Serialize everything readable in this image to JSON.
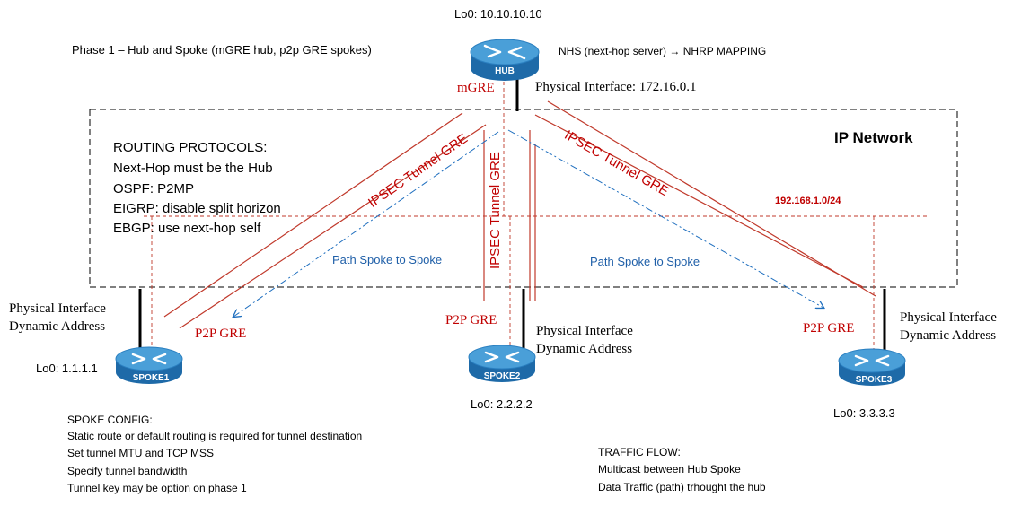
{
  "title": "Phase 1 – Hub and Spoke  (mGRE hub, p2p GRE spokes)",
  "cloud_label": "IP Network",
  "subnet_label": "192.168.1.0/24",
  "hub": {
    "name": "HUB",
    "loopback": "Lo0: 10.10.10.10",
    "nhs_text": "NHS (next-hop server)",
    "nhs_arrow": "→",
    "nhs_mapping": "NHRP MAPPING",
    "tunnel_type": "mGRE",
    "physical": "Physical Interface: 172.16.0.1"
  },
  "spokes": [
    {
      "name": "SPOKE1",
      "loopback": "Lo0: 1.1.1.1",
      "tunnel_type": "P2P GRE",
      "physical_1": "Physical Interface",
      "physical_2": "Dynamic Address"
    },
    {
      "name": "SPOKE2",
      "loopback": "Lo0: 2.2.2.2",
      "tunnel_type": "P2P GRE",
      "physical_1": "Physical Interface",
      "physical_2": "Dynamic Address"
    },
    {
      "name": "SPOKE3",
      "loopback": "Lo0: 3.3.3.3",
      "tunnel_type": "P2P GRE",
      "physical_1": "Physical Interface",
      "physical_2": "Dynamic Address"
    }
  ],
  "tunnels": {
    "left": "IPSEC Tunnel GRE",
    "middle": "IPSEC Tunnel GRE",
    "right": "IPSEC Tunnel GRE"
  },
  "paths": {
    "left": "Path Spoke to Spoke",
    "right": "Path Spoke to Spoke"
  },
  "routing": {
    "heading": "ROUTING PROTOCOLS:",
    "lines": [
      "Next-Hop must be the Hub",
      "OSPF: P2MP",
      "EIGRP: disable split horizon",
      "EBGP: use next-hop self"
    ]
  },
  "spoke_config": {
    "heading": "SPOKE CONFIG:",
    "lines": [
      "Static route or default routing is required for tunnel destination",
      "Set tunnel MTU and TCP MSS",
      "Specify tunnel bandwidth",
      "Tunnel key may be option on phase 1"
    ]
  },
  "traffic_flow": {
    "heading": "TRAFFIC FLOW:",
    "lines": [
      "Multicast between Hub Spoke",
      "Data Traffic (path) trhought the hub"
    ]
  },
  "colors": {
    "tunnel": "#c0392b",
    "path": "#1f6fbf",
    "router_top": "#4a9fd8",
    "router_side": "#1e6aa8",
    "label_red": "#c00000"
  }
}
